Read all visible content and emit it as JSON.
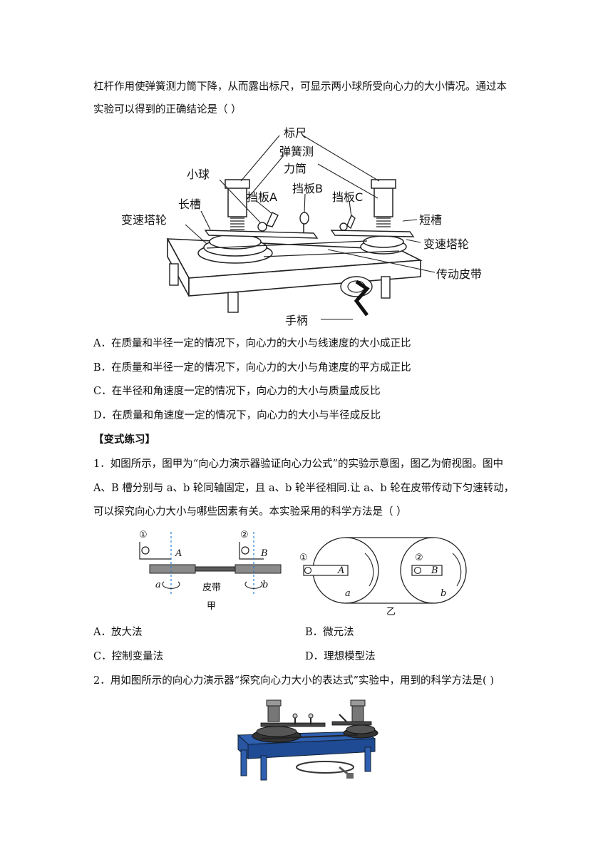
{
  "intro": {
    "line1": "杠杆作用使弹簧测力筒下降，从而露出标尺，可显示两小球所受向心力的大小情况。通过本",
    "line2": "实验可以得到的正确结论是（        ）"
  },
  "figure1": {
    "labels": {
      "scale": "标尺",
      "spring_tube_1": "弹簧测",
      "spring_tube_2": "力筒",
      "ball": "小球",
      "baffle_a": "挡板A",
      "baffle_b": "挡板B",
      "baffle_c": "挡板C",
      "long_groove": "长槽",
      "short_groove": "短槽",
      "speed_wheel_left": "变速塔轮",
      "speed_wheel_right": "变速塔轮",
      "belt": "传动皮带",
      "handle": "手柄"
    }
  },
  "question1_options": [
    "A．在质量和半径一定的情况下，向心力的大小与线速度的大小成正比",
    "B．在质量和半径一定的情况下，向心力的大小与角速度的平方成正比",
    "C．在半径和角速度一定的情况下，向心力的大小与质量成反比",
    "D．在质量和角速度一定的情况下，向心力的大小与半径成反比"
  ],
  "section_title": "【变式练习】",
  "q1": {
    "line1": "1．如图所示，图甲为“向心力演示器验证向心力公式”的实验示意图，图乙为俯视图。图中",
    "line2": "A、B 槽分别与 a、b 轮同轴固定，且 a、b 轮半径相同.让 a、b 轮在皮带传动下匀速转动，",
    "line3": "可以探究向心力大小与哪些因素有关。本实验采用的科学方法是（        ）"
  },
  "figure2": {
    "circle_1": "①",
    "circle_2": "②",
    "slot_a": "A",
    "slot_b": "B",
    "wheel_a": "a",
    "wheel_b": "b",
    "belt": "皮带",
    "jia": "甲",
    "yi": "乙"
  },
  "q1_options": {
    "a": "A．放大法",
    "b": "B．微元法",
    "c": "C．控制变量法",
    "d": "D．理想模型法"
  },
  "q2": {
    "line1": "2．用如图所示的向心力演示器“探究向心力大小的表达式”实验中，用到的科学方法是(        )"
  }
}
